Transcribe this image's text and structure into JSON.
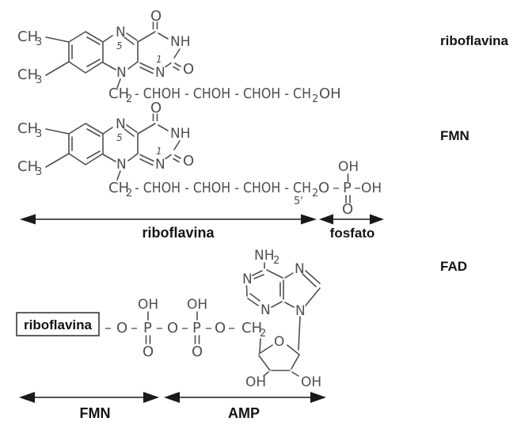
{
  "colors": {
    "background": "#ffffff",
    "structure_ink": "#4f4f4f",
    "label_ink": "#141414"
  },
  "side_labels": {
    "riboflavina": "riboflavina",
    "fmn": "FMN",
    "fad": "FAD"
  },
  "span_labels": {
    "riboflavina": "riboflavina",
    "fosfato": "fosfato",
    "fmn": "FMN",
    "amp": "AMP"
  },
  "boxed_label": {
    "riboflavina": "riboflavina"
  },
  "atoms": {
    "CH": "CH",
    "sub2": "2",
    "sub3": "3",
    "N": "N",
    "NH": "NH",
    "O": "O",
    "OH": "OH",
    "P": "P",
    "dash": "–",
    "pos5": "5",
    "pos1": "1",
    "prime5": "5'"
  },
  "chains": {
    "ribitol_mid": "- CHOH - CHOH - CHOH - CH",
    "ribitol_end": "OH"
  }
}
